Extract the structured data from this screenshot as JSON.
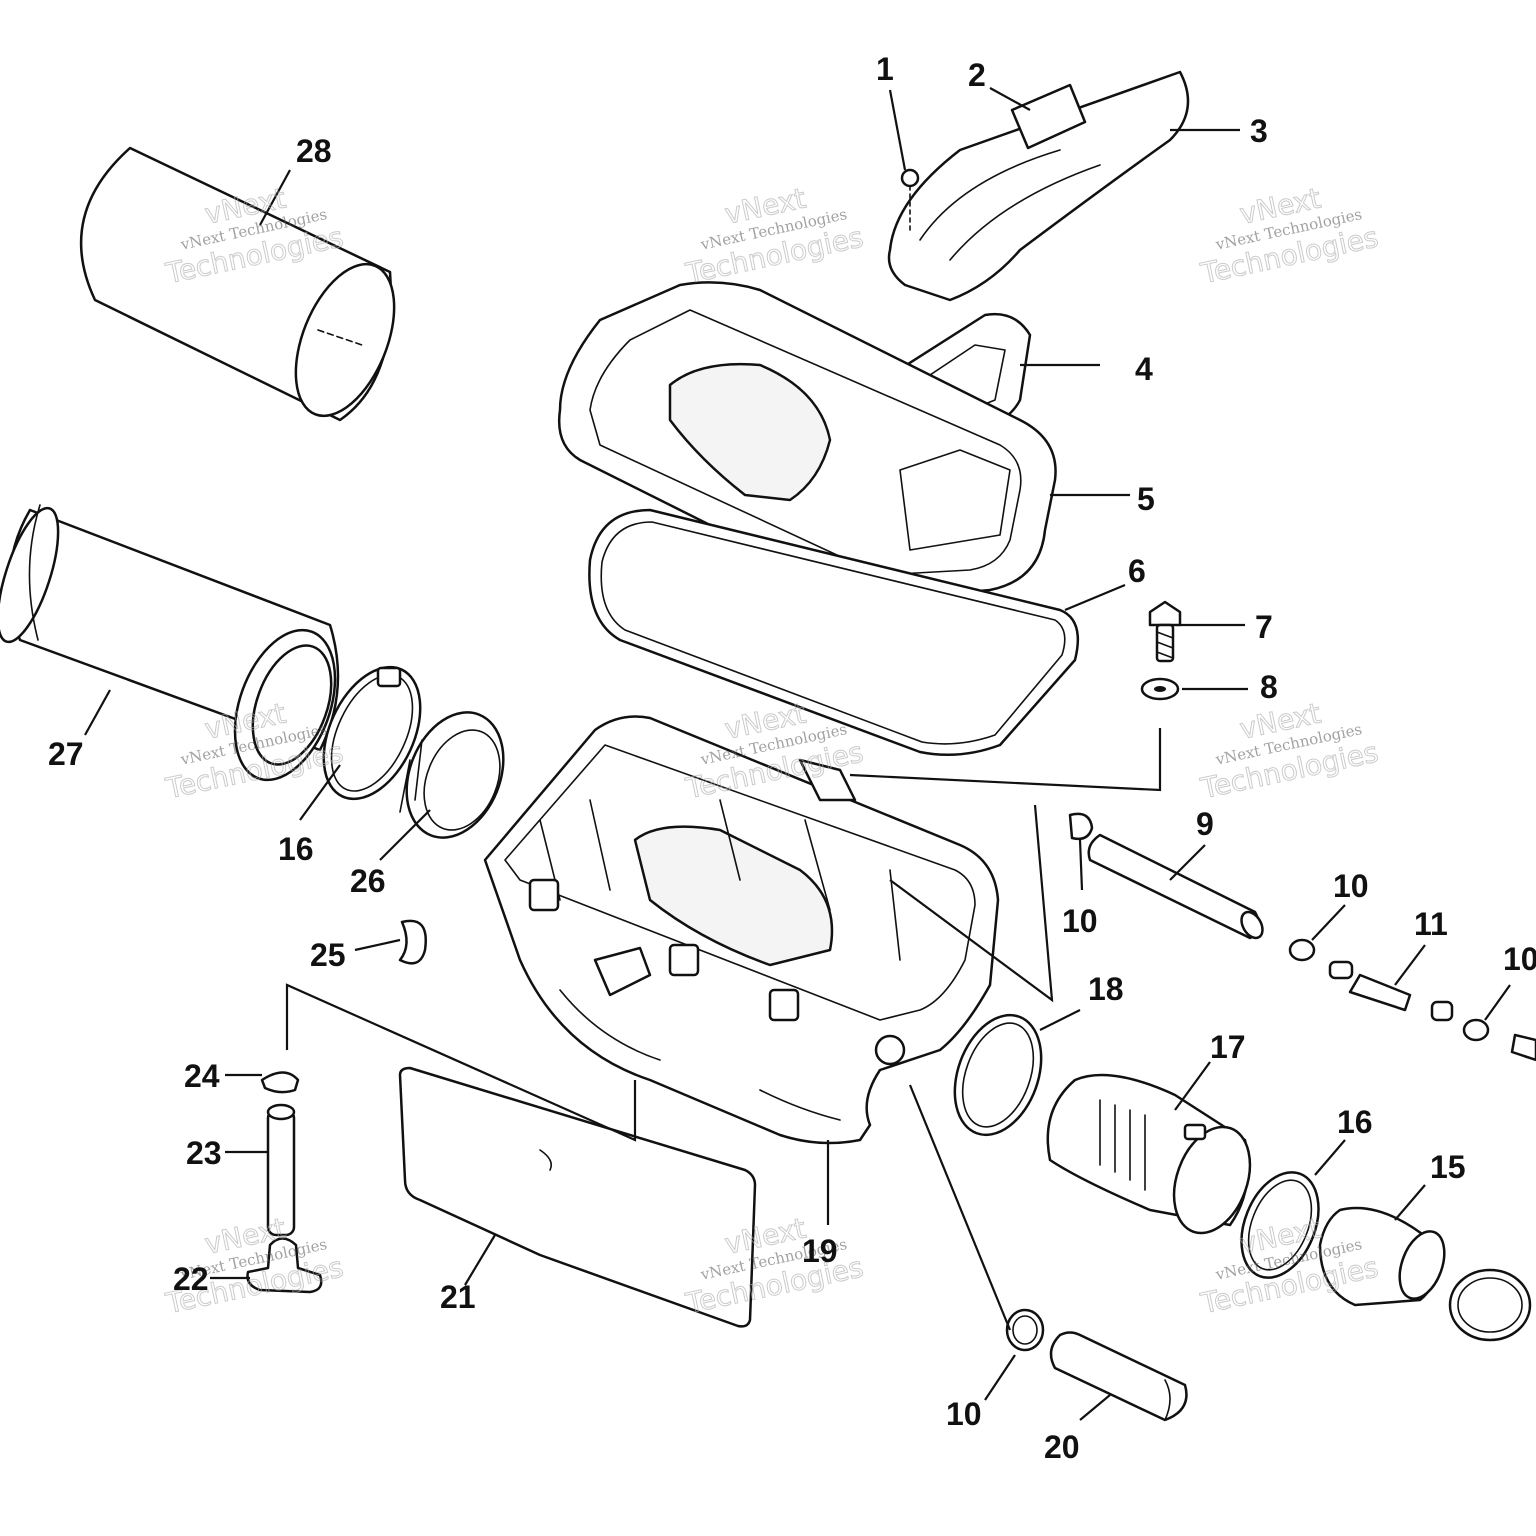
{
  "diagram": {
    "callouts": [
      {
        "id": "c1",
        "text": "1"
      },
      {
        "id": "c2",
        "text": "2"
      },
      {
        "id": "c3",
        "text": "3"
      },
      {
        "id": "c4",
        "text": "4"
      },
      {
        "id": "c5",
        "text": "5"
      },
      {
        "id": "c6",
        "text": "6"
      },
      {
        "id": "c7",
        "text": "7"
      },
      {
        "id": "c8",
        "text": "8"
      },
      {
        "id": "c9",
        "text": "9"
      },
      {
        "id": "c10a",
        "text": "10"
      },
      {
        "id": "c10b",
        "text": "10"
      },
      {
        "id": "c10c",
        "text": "10"
      },
      {
        "id": "c10d",
        "text": "10"
      },
      {
        "id": "c11",
        "text": "11"
      },
      {
        "id": "c15",
        "text": "15"
      },
      {
        "id": "c16a",
        "text": "16"
      },
      {
        "id": "c16b",
        "text": "16"
      },
      {
        "id": "c17",
        "text": "17"
      },
      {
        "id": "c18",
        "text": "18"
      },
      {
        "id": "c19",
        "text": "19"
      },
      {
        "id": "c20",
        "text": "20"
      },
      {
        "id": "c21",
        "text": "21"
      },
      {
        "id": "c22",
        "text": "22"
      },
      {
        "id": "c23",
        "text": "23"
      },
      {
        "id": "c24",
        "text": "24"
      },
      {
        "id": "c25",
        "text": "25"
      },
      {
        "id": "c26",
        "text": "26"
      },
      {
        "id": "c27",
        "text": "27"
      },
      {
        "id": "c28",
        "text": "28"
      }
    ],
    "watermark": {
      "line1": "vNext Technologies",
      "line2": "vNext",
      "line3": "Technologies"
    }
  }
}
